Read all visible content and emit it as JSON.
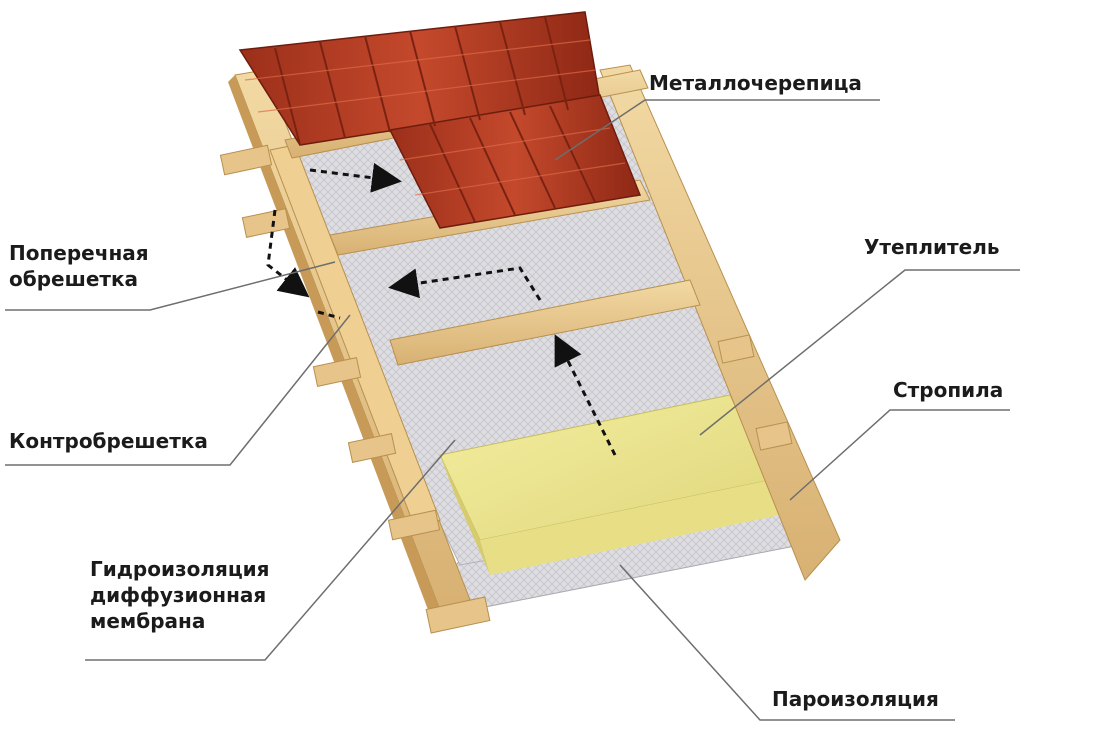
{
  "labels": {
    "metal_tile": "Металлочерепица",
    "cross_batten_line1": "Поперечная",
    "cross_batten_line2": "обрешетка",
    "insulation": "Утеплитель",
    "rafters": "Стропила",
    "counter_batten": "Контробрешетка",
    "waterproofing_line1": "Гидроизоляция",
    "waterproofing_line2": "диффузионная",
    "waterproofing_line3": "мембрана",
    "vapor_barrier": "Пароизоляция"
  },
  "colors": {
    "tile": "#b03a22",
    "tile_dark": "#7a2212",
    "wood": "#e9c98c",
    "wood_dark": "#c9a263",
    "insulation": "#ece69a",
    "membrane": "#d9d9dc",
    "leader_line": "#6e6e6e"
  }
}
